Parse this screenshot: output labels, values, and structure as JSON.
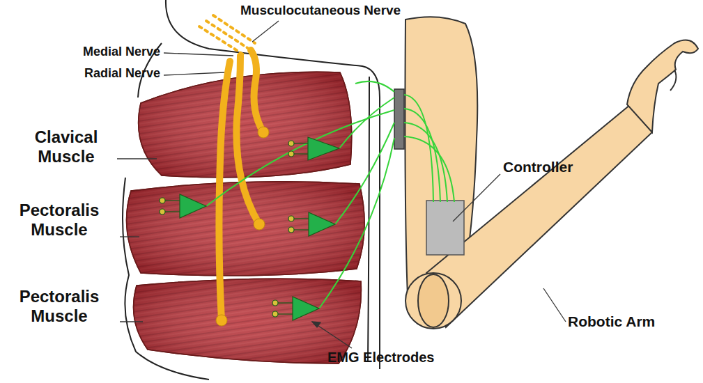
{
  "diagram": {
    "labels": [
      "Musculocutaneous Nerve",
      "Medial Nerve",
      "Radial Nerve",
      "Clavical Muscle",
      "Pectoralis Muscle",
      "Pectoralis Muscle",
      "Controller",
      "Robotic Arm",
      "EMG Electrodes"
    ]
  }
}
